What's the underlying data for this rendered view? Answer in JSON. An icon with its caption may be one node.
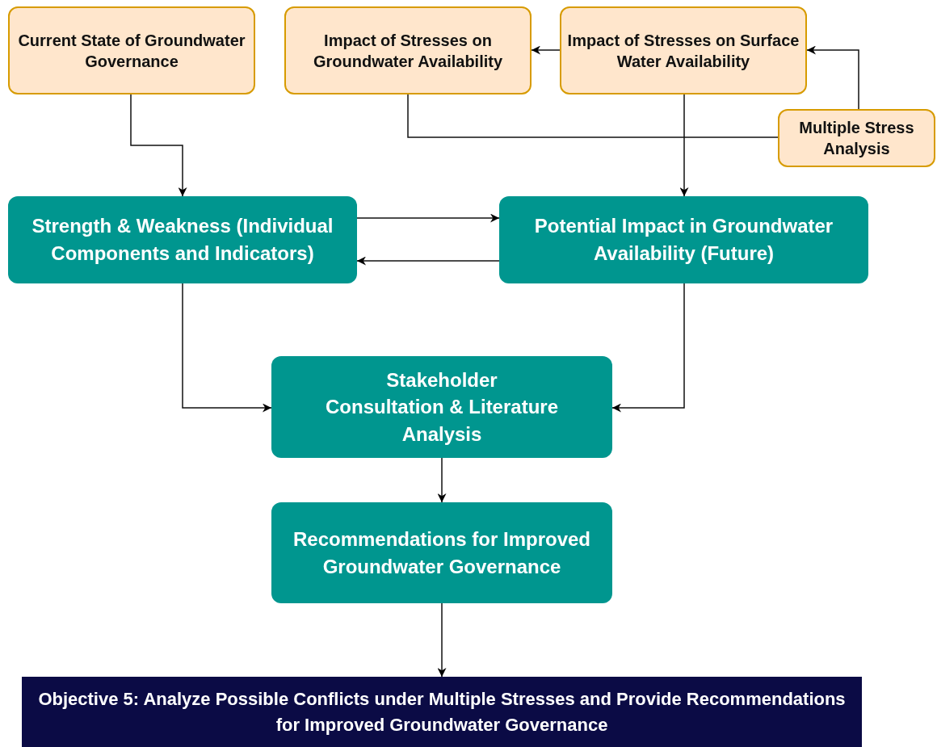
{
  "diagram": {
    "nodes": [
      {
        "text": [
          "Current State of Groundwater Governance"
        ]
      },
      {
        "text": [
          "Impact of Stresses on Groundwater Availability"
        ]
      },
      {
        "text": [
          "Impact of Stresses on Surface Water Availability"
        ]
      },
      {
        "text": [
          "Multiple Stress Analysis"
        ]
      },
      {
        "text": [
          "Strength & Weakness (Individual Components and Indicators)"
        ]
      },
      {
        "text": [
          "Potential Impact in Groundwater Availability (Future)"
        ]
      },
      {
        "text": [
          "Stakeholder Consultation & Literature Analysis"
        ]
      },
      {
        "text": [
          "Recommendations for Improved Groundwater Governance"
        ]
      },
      {
        "text": [
          "Objective 5: Analyze Possible Conflicts under Multiple Stresses and Provide Recommendations for Improved Groundwater Governance"
        ]
      }
    ],
    "edges": [
      {
        "from": 0,
        "to": 4,
        "arrow": "to"
      },
      {
        "from": 2,
        "to": 1,
        "arrow": "to"
      },
      {
        "from": 3,
        "to": 2,
        "arrow": "to"
      },
      {
        "from": 3,
        "to": 1,
        "arrow": "none"
      },
      {
        "from": 2,
        "to": 5,
        "arrow": "to"
      },
      {
        "from": 4,
        "to": 5,
        "arrow": "to"
      },
      {
        "from": 5,
        "to": 4,
        "arrow": "to"
      },
      {
        "from": 4,
        "to": 6,
        "arrow": "to"
      },
      {
        "from": 5,
        "to": 6,
        "arrow": "to"
      },
      {
        "from": 6,
        "to": 7,
        "arrow": "to"
      },
      {
        "from": 7,
        "to": 8,
        "arrow": "to"
      }
    ]
  }
}
